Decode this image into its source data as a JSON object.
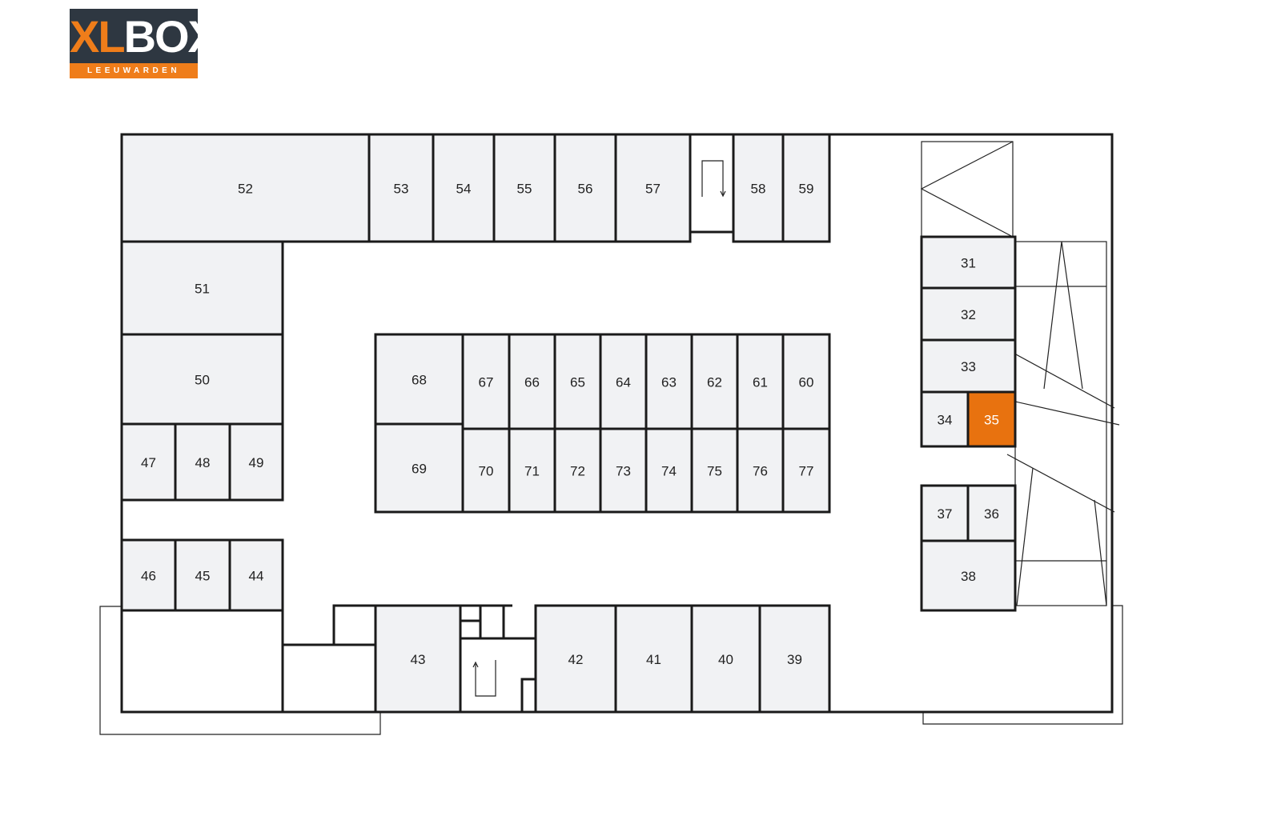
{
  "logo": {
    "xl": "XL",
    "box": "BOX",
    "subtitle": "LEEUWARDEN"
  },
  "colors": {
    "selected": "#e8720f",
    "unit_fill": "#f1f2f4",
    "wall": "#1a1a1a",
    "logo_dark": "#2e3741",
    "logo_orange": "#ef7d1a"
  },
  "selected_unit": "35",
  "units": [
    "52",
    "53",
    "54",
    "55",
    "56",
    "57",
    "58",
    "59",
    "51",
    "50",
    "47",
    "48",
    "49",
    "46",
    "45",
    "44",
    "68",
    "69",
    "67",
    "66",
    "65",
    "64",
    "63",
    "62",
    "61",
    "60",
    "70",
    "71",
    "72",
    "73",
    "74",
    "75",
    "76",
    "77",
    "43",
    "42",
    "41",
    "40",
    "39",
    "31",
    "32",
    "33",
    "34",
    "35",
    "37",
    "36",
    "38"
  ]
}
